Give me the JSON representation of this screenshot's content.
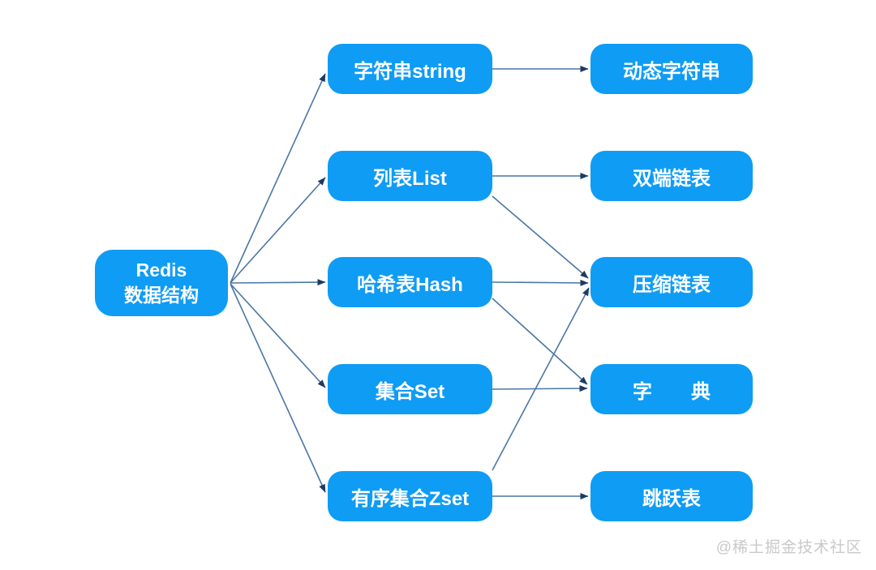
{
  "diagram": {
    "root": {
      "title": "Redis",
      "subtitle": "数据结构"
    },
    "middle_nodes": [
      {
        "label": "字符串string"
      },
      {
        "label": "列表List"
      },
      {
        "label": "哈希表Hash"
      },
      {
        "label": "集合Set"
      },
      {
        "label": "有序集合Zset"
      }
    ],
    "right_nodes": [
      {
        "label": "动态字符串"
      },
      {
        "label": "双端链表"
      },
      {
        "label": "压缩链表"
      },
      {
        "label": "字　　典"
      },
      {
        "label": "跳跃表"
      }
    ],
    "edges": [
      {
        "from": "Redis 数据结构",
        "to": "字符串string"
      },
      {
        "from": "Redis 数据结构",
        "to": "列表List"
      },
      {
        "from": "Redis 数据结构",
        "to": "哈希表Hash"
      },
      {
        "from": "Redis 数据结构",
        "to": "集合Set"
      },
      {
        "from": "Redis 数据结构",
        "to": "有序集合Zset"
      },
      {
        "from": "字符串string",
        "to": "动态字符串"
      },
      {
        "from": "列表List",
        "to": "双端链表"
      },
      {
        "from": "列表List",
        "to": "压缩链表"
      },
      {
        "from": "哈希表Hash",
        "to": "压缩链表"
      },
      {
        "from": "哈希表Hash",
        "to": "字典"
      },
      {
        "from": "集合Set",
        "to": "字典"
      },
      {
        "from": "有序集合Zset",
        "to": "压缩链表"
      },
      {
        "from": "有序集合Zset",
        "to": "跳跃表"
      }
    ],
    "colors": {
      "background": "#ffffff",
      "node_fill": "#0f9cf4",
      "node_text": "#ffffff",
      "edge_line": "#4a77a3",
      "arrowhead": "#1e3a63",
      "watermark": "#c9c9c9"
    }
  },
  "watermark": {
    "text": "@稀土掘金技术社区"
  }
}
